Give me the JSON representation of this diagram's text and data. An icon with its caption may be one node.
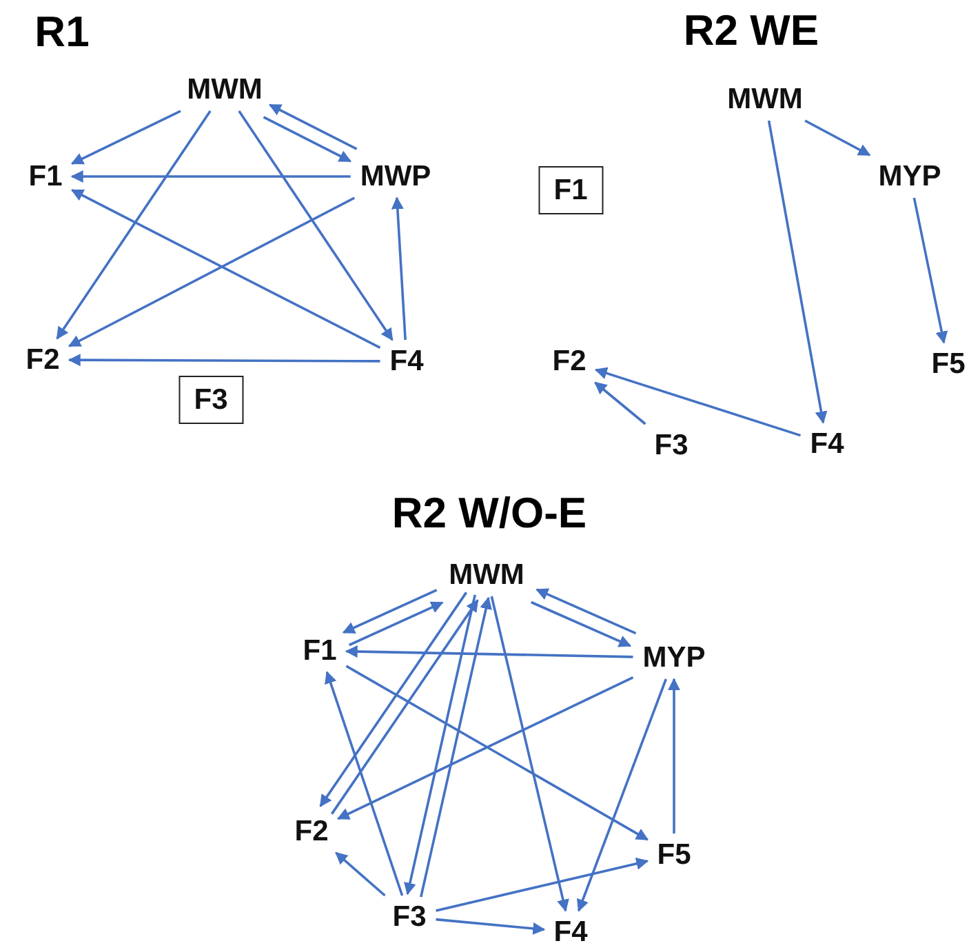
{
  "diagram": {
    "nodes": [
      {
        "text": [
          "MWM"
        ]
      },
      {
        "text": [
          "F1"
        ]
      },
      {
        "text": [
          "MWP"
        ]
      },
      {
        "text": [
          "F2"
        ]
      },
      {
        "text": [
          "F4"
        ]
      },
      {
        "text": [
          "F3"
        ]
      },
      {
        "text": [
          "MWM"
        ]
      },
      {
        "text": [
          "F1"
        ]
      },
      {
        "text": [
          "MYP"
        ]
      },
      {
        "text": [
          "F2"
        ]
      },
      {
        "text": [
          "F5"
        ]
      },
      {
        "text": [
          "F3"
        ]
      },
      {
        "text": [
          "F4"
        ]
      },
      {
        "text": [
          "MWM"
        ]
      },
      {
        "text": [
          "F1"
        ]
      },
      {
        "text": [
          "MYP"
        ]
      },
      {
        "text": [
          "F2"
        ]
      },
      {
        "text": [
          "F5"
        ]
      },
      {
        "text": [
          "F3"
        ]
      },
      {
        "text": [
          "F4"
        ]
      }
    ],
    "edges": [
      {
        "from": 0,
        "to": 1,
        "arrow": "to"
      },
      {
        "from": 0,
        "to": 3,
        "arrow": "to"
      },
      {
        "from": 0,
        "to": 4,
        "arrow": "to"
      },
      {
        "from": 0,
        "to": 2,
        "arrow": "to"
      },
      {
        "from": 2,
        "to": 0,
        "arrow": "to"
      },
      {
        "from": 2,
        "to": 1,
        "arrow": "to"
      },
      {
        "from": 2,
        "to": 3,
        "arrow": "to"
      },
      {
        "from": 4,
        "to": 1,
        "arrow": "to"
      },
      {
        "from": 4,
        "to": 3,
        "arrow": "to"
      },
      {
        "from": 4,
        "to": 2,
        "arrow": "to"
      },
      {
        "from": 6,
        "to": 8,
        "arrow": "to"
      },
      {
        "from": 6,
        "to": 12,
        "arrow": "to"
      },
      {
        "from": 8,
        "to": 10,
        "arrow": "to"
      },
      {
        "from": 12,
        "to": 9,
        "arrow": "to"
      },
      {
        "from": 11,
        "to": 9,
        "arrow": "to"
      },
      {
        "from": 13,
        "to": 14,
        "arrow": "to"
      },
      {
        "from": 14,
        "to": 13,
        "arrow": "to"
      },
      {
        "from": 13,
        "to": 16,
        "arrow": "to"
      },
      {
        "from": 16,
        "to": 13,
        "arrow": "to"
      },
      {
        "from": 13,
        "to": 18,
        "arrow": "to"
      },
      {
        "from": 18,
        "to": 13,
        "arrow": "to"
      },
      {
        "from": 13,
        "to": 19,
        "arrow": "to"
      },
      {
        "from": 13,
        "to": 15,
        "arrow": "to"
      },
      {
        "from": 15,
        "to": 13,
        "arrow": "to"
      },
      {
        "from": 15,
        "to": 14,
        "arrow": "to"
      },
      {
        "from": 15,
        "to": 16,
        "arrow": "to"
      },
      {
        "from": 15,
        "to": 19,
        "arrow": "to"
      },
      {
        "from": 17,
        "to": 15,
        "arrow": "to"
      },
      {
        "from": 14,
        "to": 17,
        "arrow": "to"
      },
      {
        "from": 18,
        "to": 14,
        "arrow": "to"
      },
      {
        "from": 18,
        "to": 16,
        "arrow": "to"
      },
      {
        "from": 18,
        "to": 17,
        "arrow": "to"
      },
      {
        "from": 18,
        "to": 19,
        "arrow": "to"
      }
    ],
    "labels": [
      "R1",
      "R2 WE",
      "R2 W/O-E"
    ]
  }
}
